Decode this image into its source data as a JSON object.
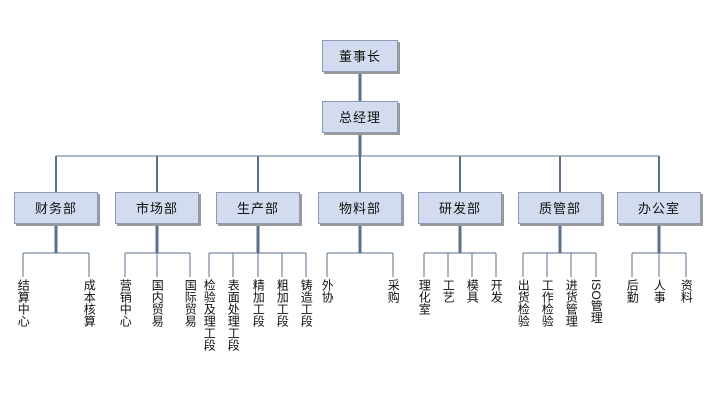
{
  "chart_title": "",
  "theme": {
    "box_fill": "#d3dcee",
    "box_border": "#8a99b8",
    "box_shadow": "#9a9a9a",
    "connector": "#5b718f",
    "text": "#10100f",
    "background": "#ffffff"
  },
  "top": {
    "chairman": {
      "label": "董事长"
    },
    "general_manager": {
      "label": "总经理"
    }
  },
  "departments": [
    {
      "id": "finance",
      "label": "财务部",
      "leaves": [
        {
          "label": "结算中心"
        },
        {
          "label": "成本核算"
        }
      ]
    },
    {
      "id": "market",
      "label": "市场部",
      "leaves": [
        {
          "label": "营销中心"
        },
        {
          "label": "国内贸易"
        },
        {
          "label": "国际贸易"
        }
      ]
    },
    {
      "id": "production",
      "label": "生产部",
      "leaves": [
        {
          "label": "检验及理工段"
        },
        {
          "label": "表面处理工段"
        },
        {
          "label": "精加工段"
        },
        {
          "label": "粗加工段"
        },
        {
          "label": "铸造工段"
        }
      ]
    },
    {
      "id": "material",
      "label": "物料部",
      "leaves": [
        {
          "label": "外协"
        },
        {
          "label": "采购"
        }
      ]
    },
    {
      "id": "rnd",
      "label": "研发部",
      "leaves": [
        {
          "label": "理化室"
        },
        {
          "label": "工艺"
        },
        {
          "label": "模具"
        },
        {
          "label": "开发"
        }
      ]
    },
    {
      "id": "quality",
      "label": "质管部",
      "leaves": [
        {
          "label": "出货检验"
        },
        {
          "label": "工作检验"
        },
        {
          "label": "进货管理"
        },
        {
          "label": "ISO管理"
        }
      ]
    },
    {
      "id": "office",
      "label": "办公室",
      "leaves": [
        {
          "label": "后勤"
        },
        {
          "label": "人事"
        },
        {
          "label": "资料"
        }
      ]
    }
  ]
}
